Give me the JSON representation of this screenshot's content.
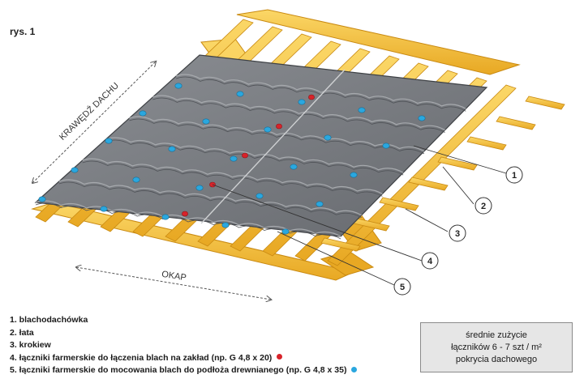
{
  "figure_label": "rys. 1",
  "labels": {
    "edge": "KRAWĘDŹ DACHU",
    "eaves": "OKAP"
  },
  "callouts": [
    "1",
    "2",
    "3",
    "4",
    "5"
  ],
  "legend": [
    {
      "text": "1. blachodachówka",
      "dot": ""
    },
    {
      "text": "2. łata",
      "dot": ""
    },
    {
      "text": "3. krokiew",
      "dot": ""
    },
    {
      "text": "4. łączniki farmerskie do łączenia blach na zakład (np. G 4,8 x 20)",
      "dot": "red"
    },
    {
      "text": "5. łączniki farmerskie do mocowania blach do podłoża drewnianego (np. G 4,8 x 35)",
      "dot": "blue"
    }
  ],
  "info": {
    "line1": "średnie zużycie",
    "line2": "łączników  6 - 7 szt / m²",
    "line3": "pokrycia dachowego"
  },
  "colors": {
    "wood": "#f7c23f",
    "wood_dark": "#c98a12",
    "sheet": "#7b7e83",
    "sheet_light": "#a7aaae",
    "sheet_dark": "#4f5257",
    "red_fastener": "#d8232a",
    "blue_fastener": "#2aa7df"
  }
}
